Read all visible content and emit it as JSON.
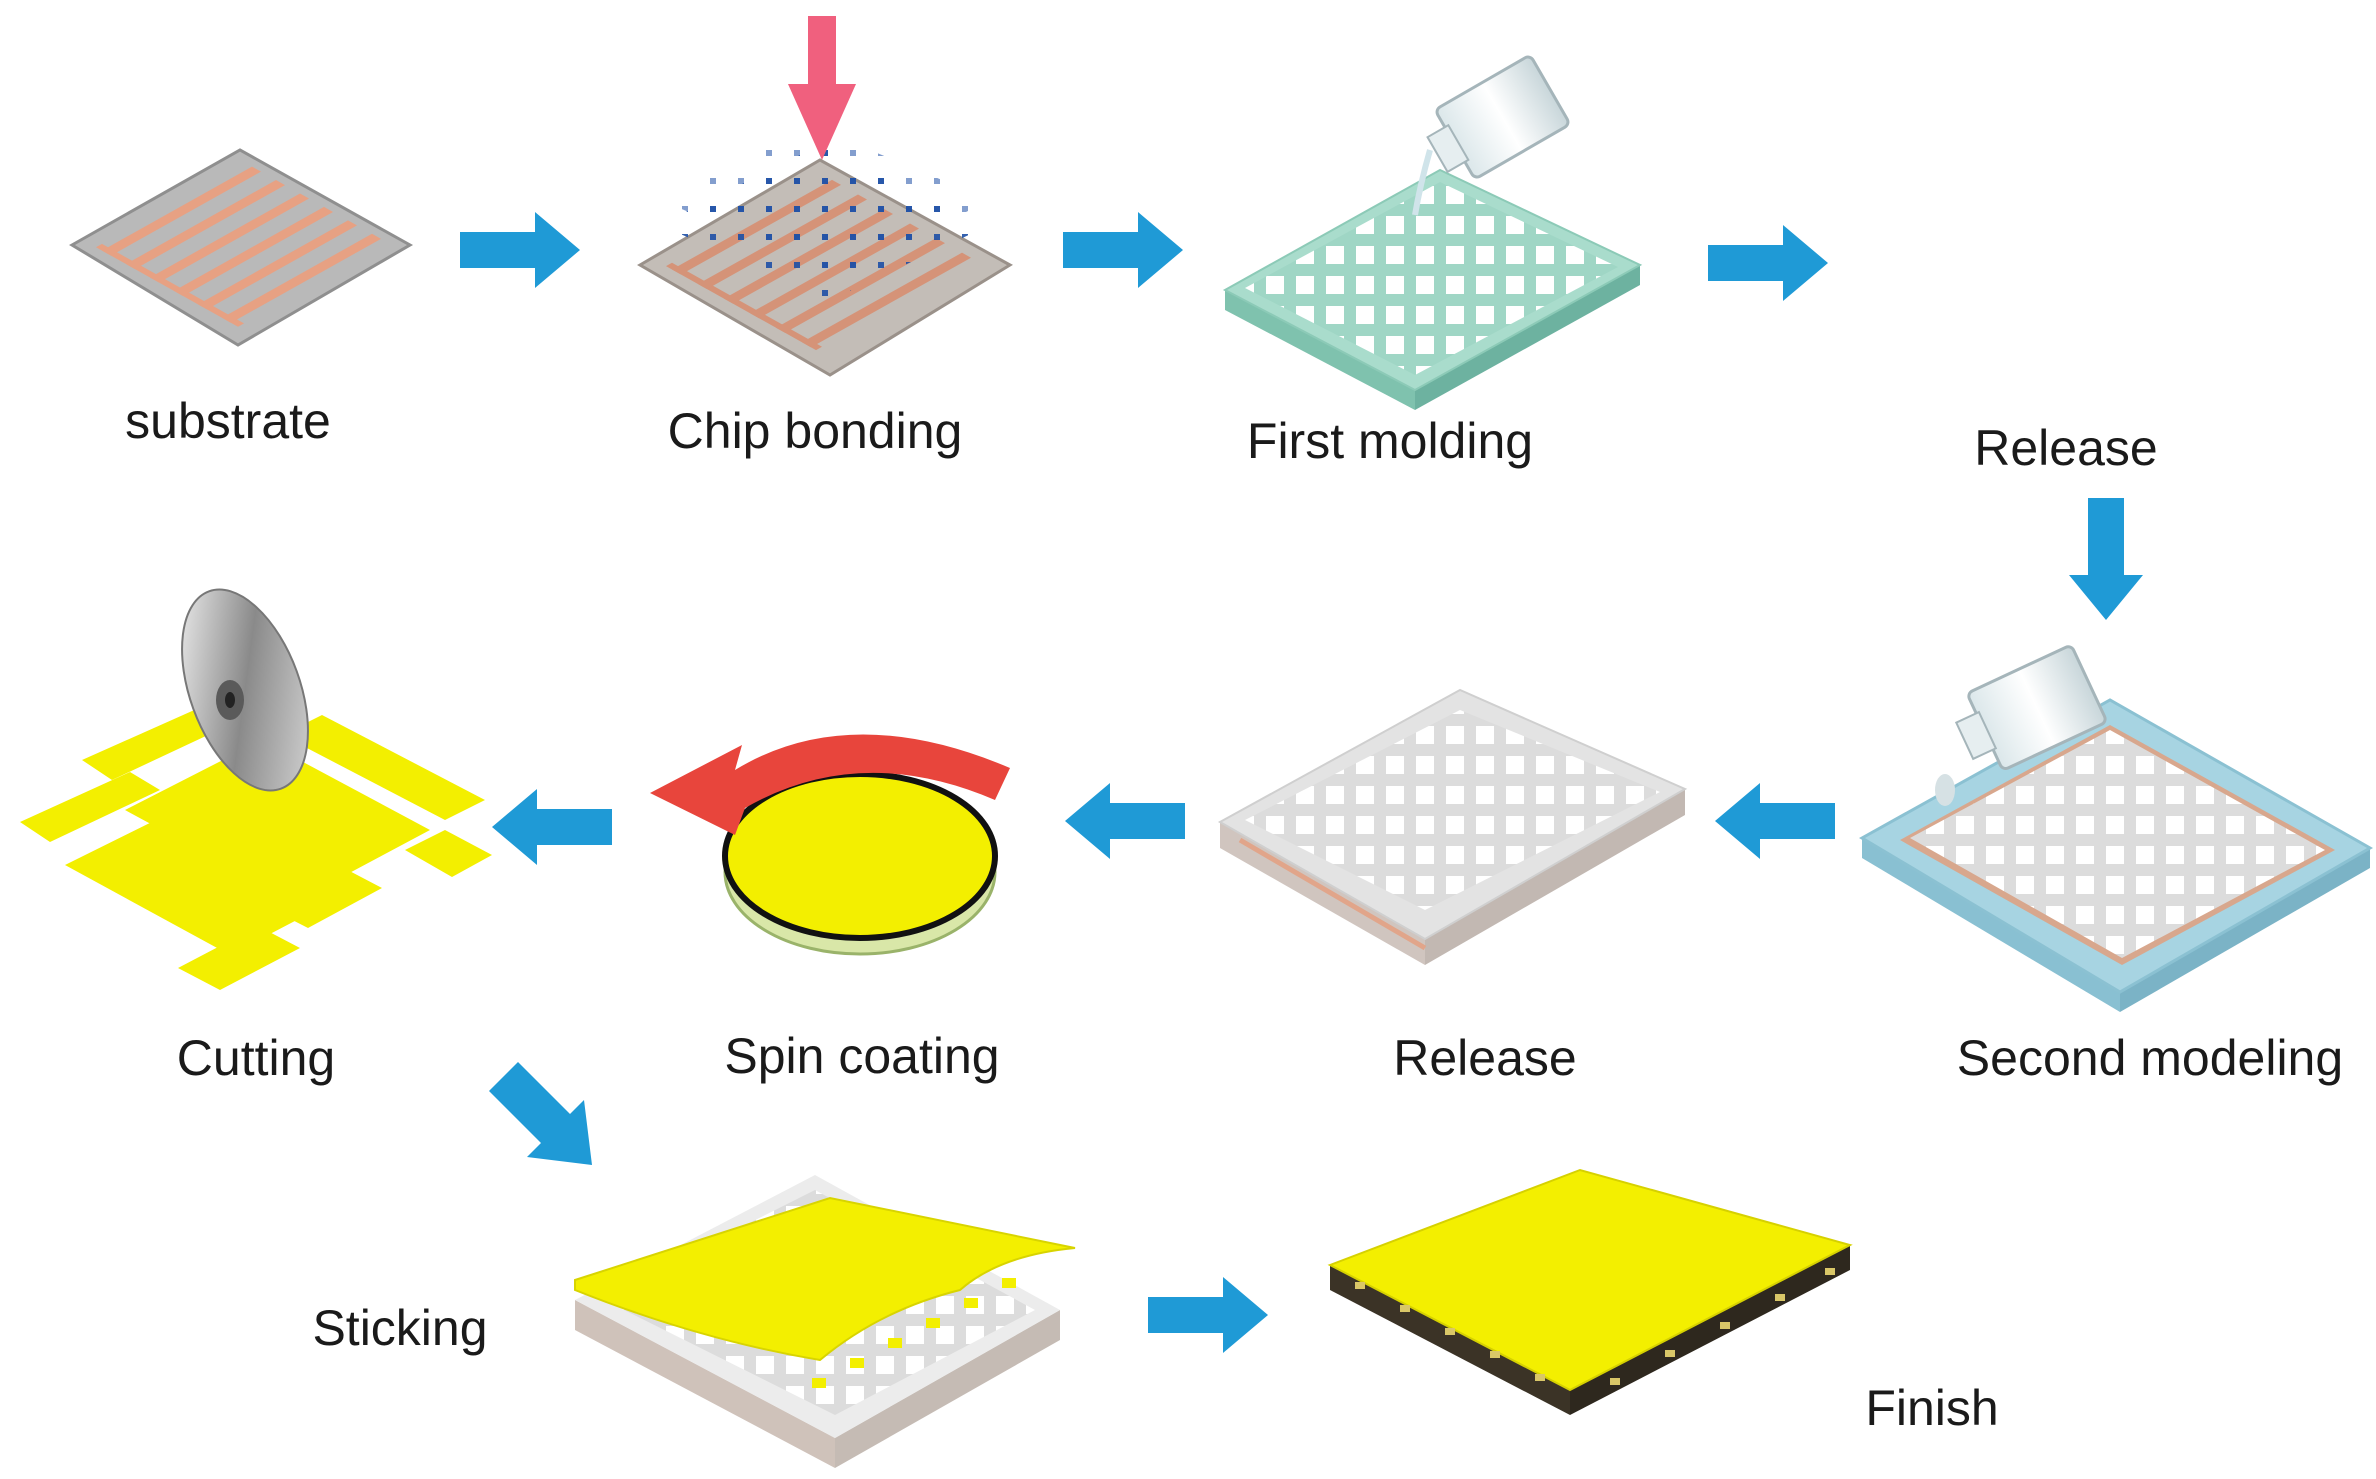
{
  "steps": {
    "substrate": "substrate",
    "chip_bonding": "Chip bonding",
    "first_molding": "First molding",
    "release_1": "Release",
    "second_modeling": "Second modeling",
    "release_2": "Release",
    "spin_coating": "Spin coating",
    "cutting": "Cutting",
    "sticking": "Sticking",
    "finish": "Finish"
  },
  "colors": {
    "flow_arrow": "#1f9ad6",
    "press_arrow": "#f0607e",
    "spin_arrow": "#e8453c",
    "electrode": "#e7a183",
    "substrate": "#b9b9b9",
    "mold": "#a9dccc",
    "film": "#f3ef00",
    "tray": "#a7d4e2"
  }
}
